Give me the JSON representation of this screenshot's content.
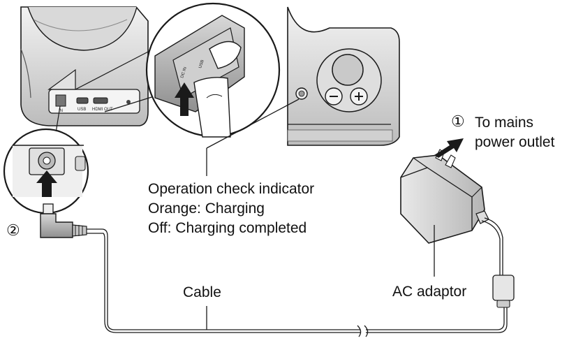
{
  "labels": {
    "step1_marker": "①",
    "step1_line1": "To mains",
    "step1_line2": "power outlet",
    "step2_marker": "②",
    "indicator_line1": "Operation check indicator",
    "indicator_line2": "Orange: Charging",
    "indicator_line3": "Off: Charging completed",
    "cable": "Cable",
    "ac_adaptor": "AC adaptor"
  },
  "port_labels": {
    "dc_in": "DC IN",
    "usb": "USB",
    "hdmi": "HDMI OUT"
  },
  "icons": {
    "arrow": "up-arrow-icon",
    "plug": "plug-icon"
  },
  "colors": {
    "line": "#1a1a1a",
    "body_light": "#e6e6e6",
    "body_mid": "#cfcfcf",
    "body_dark": "#a8a8a8",
    "arrow": "#1a1a1a"
  }
}
